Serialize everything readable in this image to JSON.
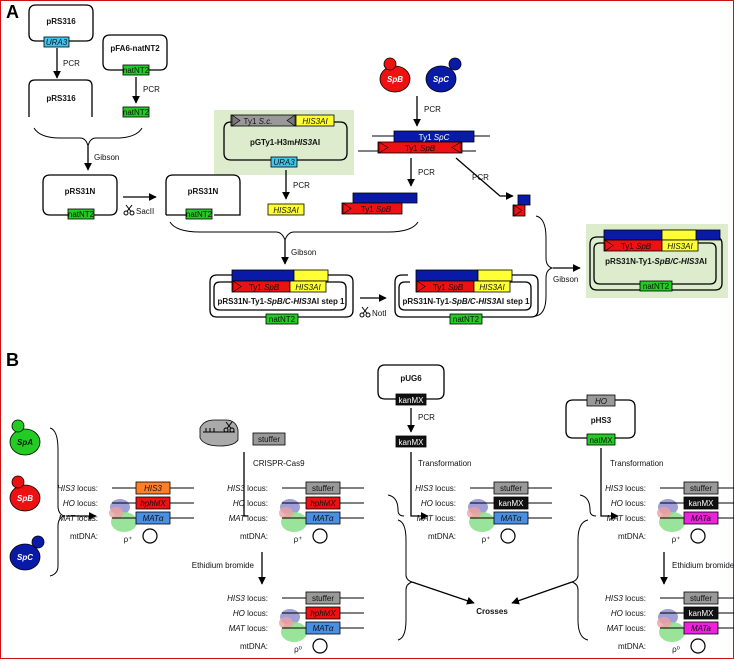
{
  "panel_a": {
    "letter": "A",
    "prs316_top": "pRS316",
    "ura3": "URA3",
    "pcr": "PCR",
    "prs316_mid": "pRS316",
    "pfa6": "pFA6-natNT2",
    "natnt2": "natNT2",
    "gibson": "Gibson",
    "prs31n": "pRS31N",
    "sacii": "SacII",
    "spb": "SpB",
    "spc": "SpC",
    "ty1_sc_prefix": "Ty1",
    "ty1_sc_italic": "S.c.",
    "his3ai": "HIS3AI",
    "pgty1_prefix": "pGTy1-H3m",
    "pgty1_italic": "HIS3",
    "pgty1_suffix": "AI",
    "ty1_spc_prefix": "Ty1",
    "ty1_spc_italic": "SpC",
    "ty1_spb_prefix": "Ty1",
    "ty1_spb_italic": "SpB",
    "step1_prefix": "pRS31N-Ty1-",
    "step1_italic": "SpB/C-HIS3",
    "step1_suffix": "AI step 1",
    "noti": "NotI",
    "final_prefix": "pRS31N-Ty1-",
    "final_italic": "SpB/C-HIS3",
    "final_suffix": "AI"
  },
  "panel_b": {
    "letter": "B",
    "spa": "SpA",
    "spb": "SpB",
    "spc": "SpC",
    "stuffer": "stuffer",
    "crispr": "CRISPR-Cas9",
    "his3_locus_italic": "HIS3",
    "ho_locus_italic": "HO",
    "mat_locus_italic": "MAT",
    "locus_suffix": " locus:",
    "mtdna": "mtDNA:",
    "his3_gene": "HIS3",
    "hphmx": "hphMX",
    "mata": "MATα",
    "mata_pink": "MATa",
    "rho_plus": "ρ⁺",
    "rho_zero": "ρ⁰",
    "pug6": "pUG6",
    "kanmx": "kanMX",
    "pcr": "PCR",
    "transformation": "Transformation",
    "ho_gene": "HO",
    "phs3": "pHS3",
    "natmx": "natMX",
    "ethidium": "Ethidium bromide",
    "crosses": "Crosses"
  },
  "colors": {
    "ura3": "#3ec7ee",
    "nat": "#22cc22",
    "his3ai": "#ffff33",
    "spb_red": "#ee1111",
    "spc_blue": "#0a1aa8",
    "sc_grey": "#999999",
    "highlight": "#dceccd",
    "his3_orange": "#ff7f27",
    "mat_blue": "#4a90e2",
    "mat_pink": "#ee22dd",
    "kan_black": "#111111",
    "spa_green": "#22cc22",
    "frame_red": "#cc1111"
  }
}
